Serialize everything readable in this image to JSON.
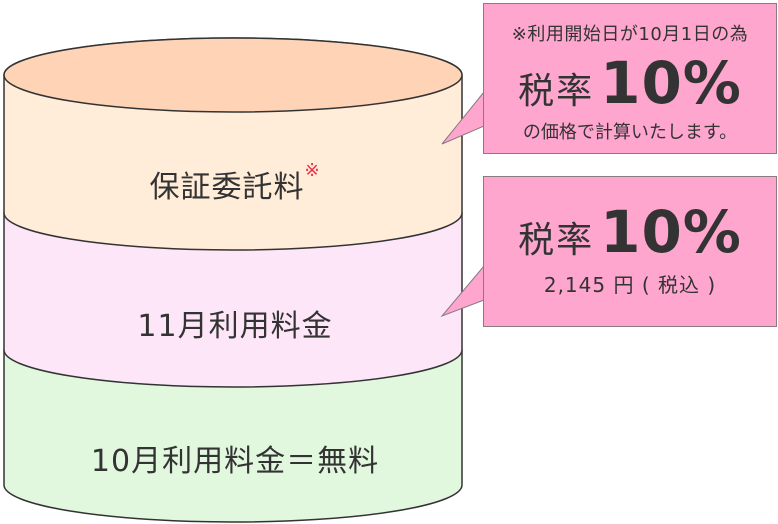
{
  "layers": {
    "top": {
      "label": "保証委託料",
      "mark": "※",
      "fill": "#ffecd9",
      "topFill": "#ffd3b6"
    },
    "middle": {
      "label": "11月利用料金",
      "fill": "#fde6f8"
    },
    "bottom": {
      "label": "10月利用料金＝無料",
      "fill": "#e1f8df"
    }
  },
  "callout_fee": {
    "note": "※利用開始日が10月1日の為",
    "rate_word": "税率",
    "rate_value": "10%",
    "note2": "の価格で計算いたします。"
  },
  "callout_november": {
    "rate_word": "税率",
    "rate_value": "10%",
    "price": "2,145 円 ( 税込 )"
  },
  "colors": {
    "callout": "#ffa6cf",
    "stroke": "#333333",
    "text": "#333333",
    "asterisk": "#e8334a"
  }
}
